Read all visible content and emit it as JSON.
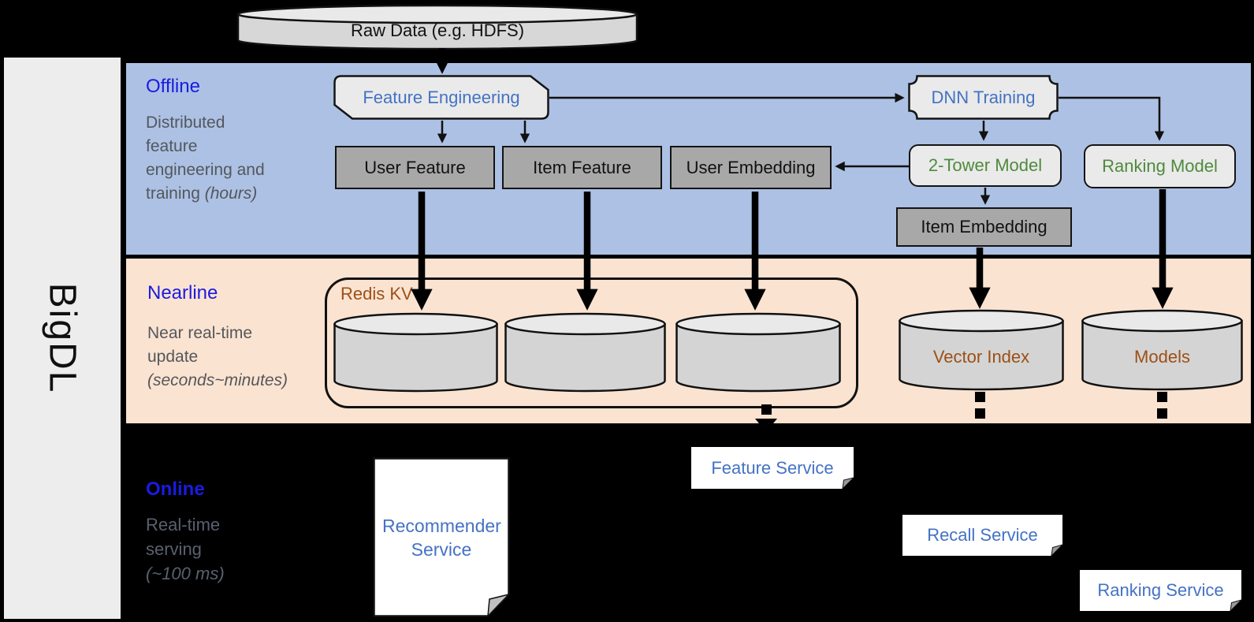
{
  "brand": {
    "name": "BigDL"
  },
  "raw_data": {
    "label": "Raw Data (e.g. HDFS)"
  },
  "sections": {
    "offline": {
      "title": "Offline",
      "desc": [
        "Distributed",
        "feature",
        "engineering and"
      ],
      "desc_tail": "training ",
      "desc_italic": "(hours)"
    },
    "nearline": {
      "title": "Nearline",
      "desc": [
        "Near real-time",
        "update"
      ],
      "desc_italic": "(seconds~minutes)"
    },
    "online": {
      "title": "Online",
      "desc": [
        "Real-time",
        "serving"
      ],
      "desc_italic": "(~100 ms)"
    }
  },
  "nodes": {
    "feature_engineering": "Feature Engineering",
    "dnn_training": "DNN Training",
    "user_feature": "User Feature",
    "item_feature": "Item Feature",
    "user_embedding": "User Embedding",
    "two_tower_model": "2-Tower Model",
    "ranking_model": "Ranking Model",
    "item_embedding": "Item Embedding",
    "redis_kv": "Redis KV",
    "vector_index": "Vector Index",
    "models": "Models",
    "recommender_service": "Recommender Service",
    "feature_service": "Feature Service",
    "recall_service": "Recall Service",
    "ranking_service": "Ranking Service"
  },
  "colors": {
    "offline_band": "#ACC1E4",
    "nearline_band": "#FBE3D1",
    "section_title": "#1B1BE0",
    "desc_text": "#54575C",
    "node_blue": "#4472C4",
    "node_green": "#4F8A3D",
    "node_brown": "#9C5017",
    "box_gray": "#A8A8A8",
    "shape_light": "#EAEAEA"
  }
}
